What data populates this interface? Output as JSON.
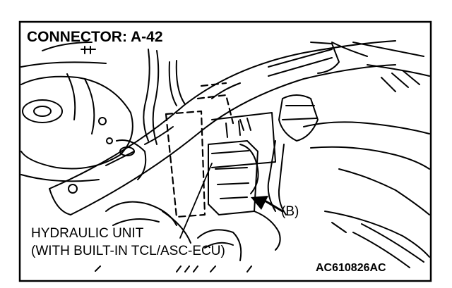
{
  "figure": {
    "title": "CONNECTOR: A-42",
    "label_hydraulic_line1": "HYDRAULIC UNIT",
    "label_hydraulic_line2": "(WITH BUILT-IN TCL/ASC-ECU)",
    "label_b": "(B)",
    "figure_code": "AC610826AC"
  }
}
